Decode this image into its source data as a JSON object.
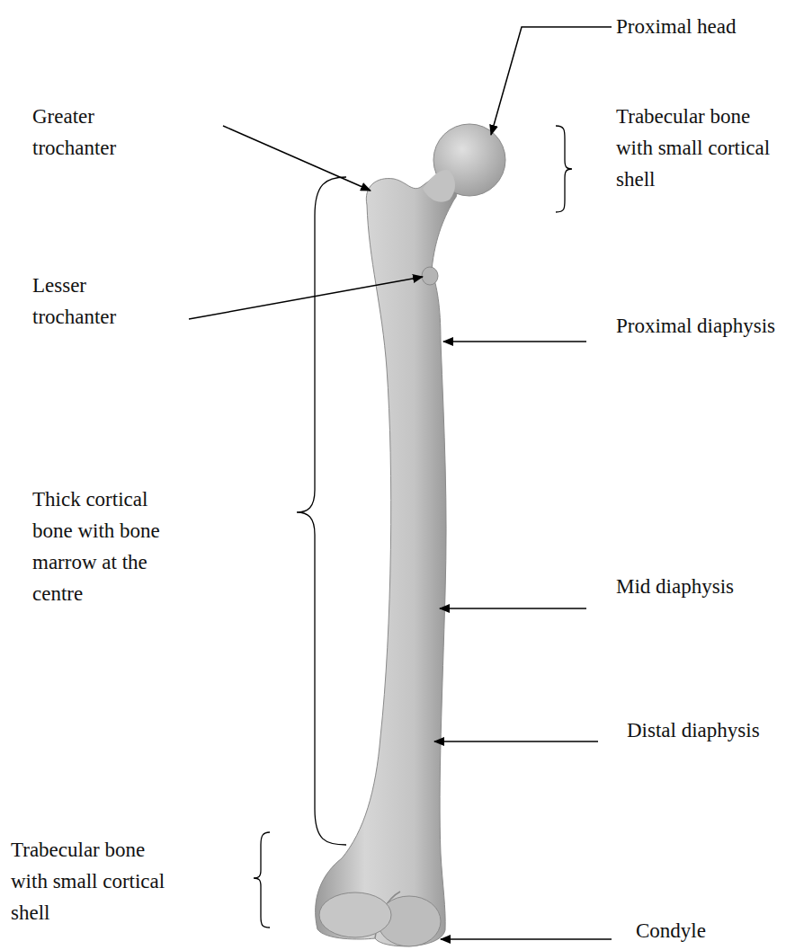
{
  "diagram": {
    "labels": [
      "Proximal head",
      "Greater trochanter",
      "Trabecular bone with small cortical shell",
      "Lesser trochanter",
      "Proximal diaphysis",
      "Thick cortical bone with bone marrow at the centre",
      "Mid diaphysis",
      "Distal diaphysis",
      "Trabecular bone with small cortical shell",
      "Condyle"
    ]
  }
}
